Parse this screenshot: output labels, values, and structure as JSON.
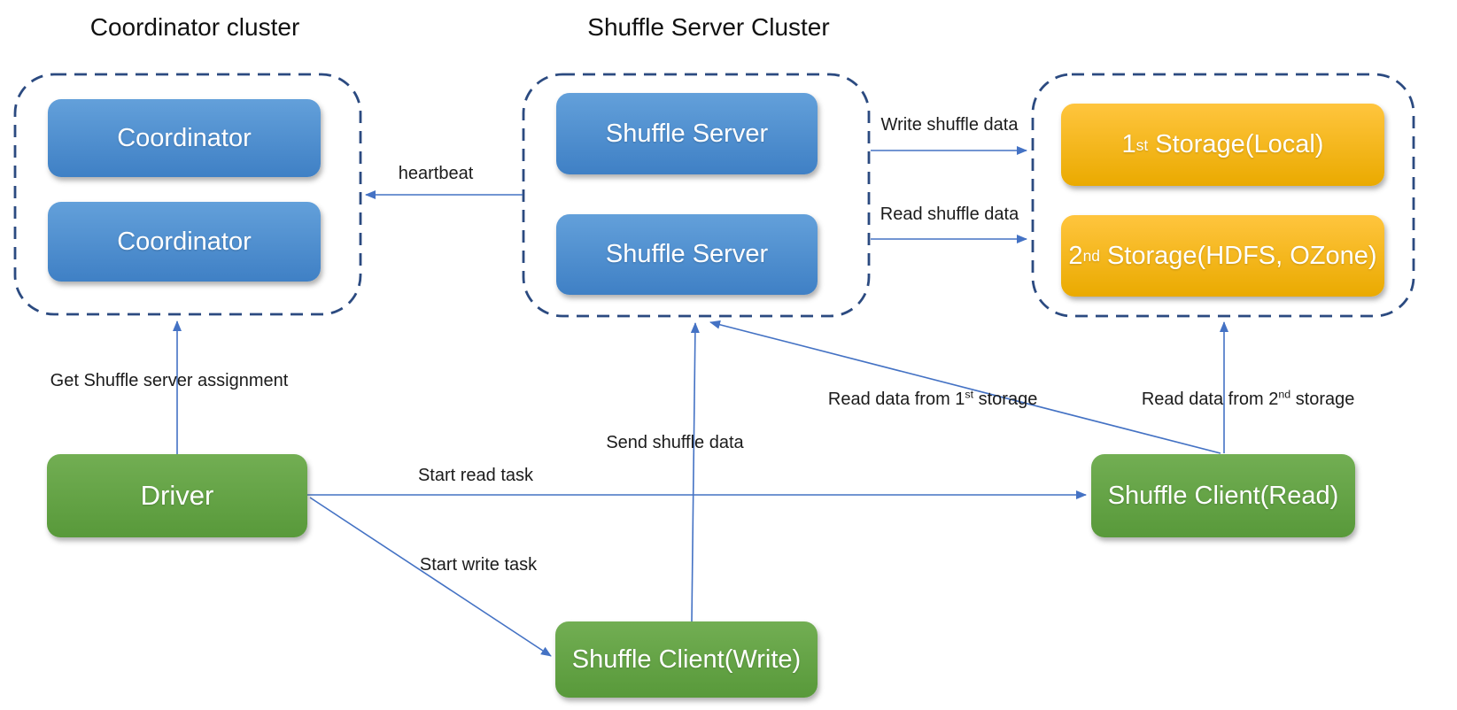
{
  "clusters": {
    "coordinator": {
      "title": "Coordinator cluster",
      "nodes": [
        "Coordinator",
        "Coordinator"
      ]
    },
    "shuffle_server": {
      "title": "Shuffle Server Cluster",
      "nodes": [
        "Shuffle Server",
        "Shuffle Server"
      ]
    },
    "storage": {
      "nodes": [
        {
          "num": "1",
          "sup": "st",
          "rest": " Storage(Local)"
        },
        {
          "num": "2",
          "sup": "nd",
          "rest": " Storage(HDFS, OZone)"
        }
      ]
    }
  },
  "nodes": {
    "driver": {
      "label": "Driver"
    },
    "shuffle_client_write": {
      "label": "Shuffle Client(Write)"
    },
    "shuffle_client_read": {
      "label": "Shuffle Client(Read)"
    }
  },
  "edges": {
    "heartbeat": {
      "label": "heartbeat"
    },
    "get_assignment": {
      "label": "Get Shuffle server assignment"
    },
    "write_shuffle_data": {
      "label": "Write shuffle data"
    },
    "read_shuffle_data": {
      "label": "Read shuffle data"
    },
    "start_read_task": {
      "label": "Start read task"
    },
    "start_write_task": {
      "label": "Start write task"
    },
    "send_shuffle_data": {
      "label": "Send shuffle data"
    },
    "read_1st_storage": {
      "pre": "Read data from 1",
      "sup": "st",
      "post": " storage"
    },
    "read_2nd_storage": {
      "pre": "Read data from 2",
      "sup": "nd",
      "post": " storage"
    }
  },
  "colors": {
    "cluster_border": "#2b4a80",
    "connector": "#4472c4",
    "node_text": "#ffffff",
    "label_text": "#1b1b1b",
    "blue_top": "#63a0da",
    "blue_bottom": "#3f80c5",
    "gold_top": "#ffc53e",
    "gold_bottom": "#eaaa00",
    "green_top": "#72ae53",
    "green_bottom": "#58993a"
  }
}
